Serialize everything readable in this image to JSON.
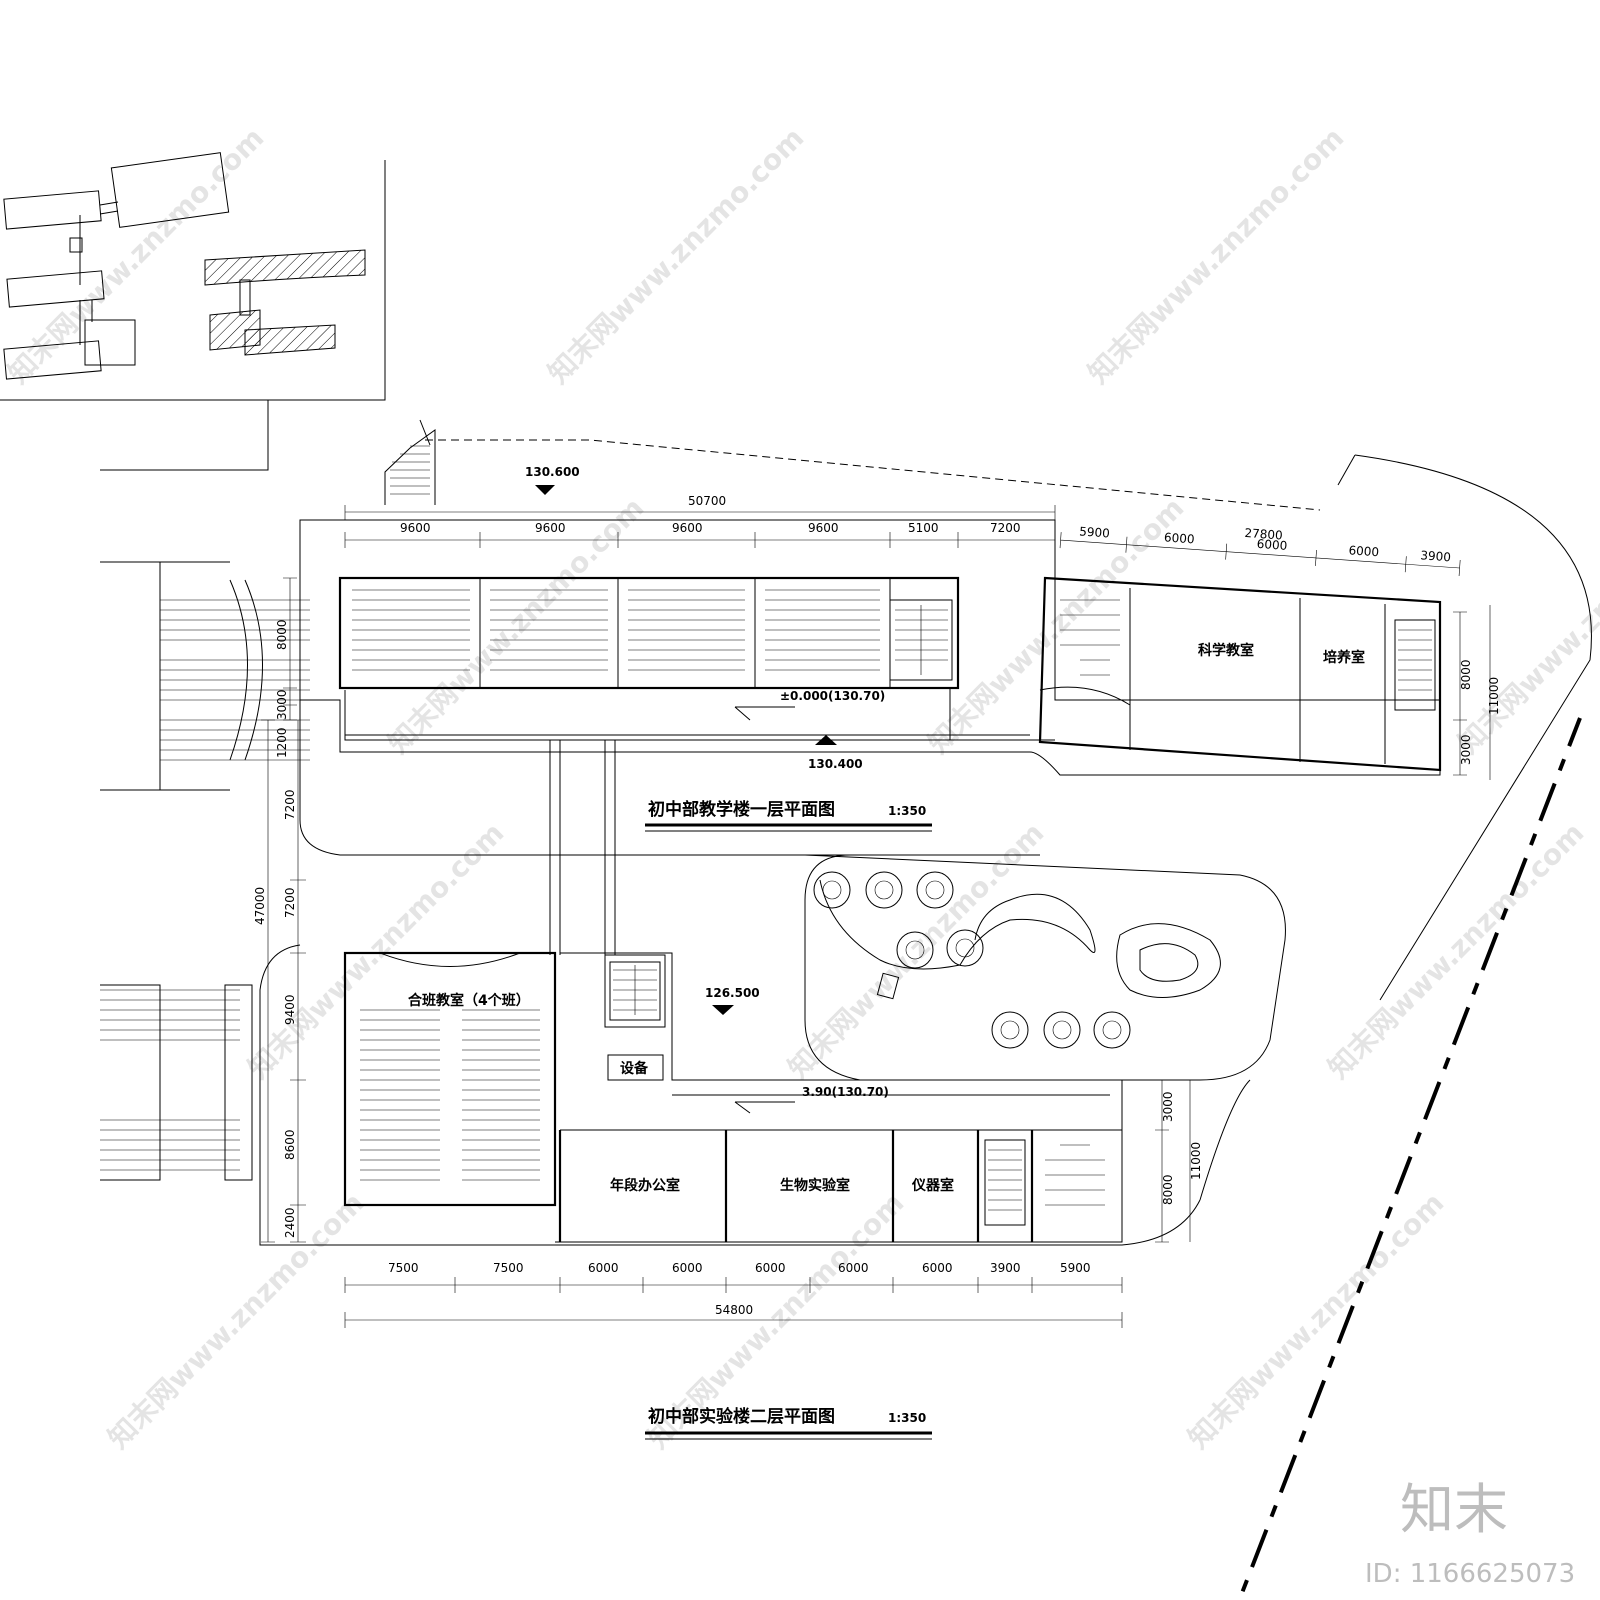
{
  "plans": {
    "upper": {
      "title": "初中部教学楼一层平面图",
      "scale": "1:350",
      "levels": [
        "130.600",
        "±0.000(130.70)",
        "130.400"
      ],
      "top_total": "50700",
      "top_dims": [
        "9600",
        "9600",
        "9600",
        "9600",
        "5100",
        "7200"
      ],
      "right_total": "27800",
      "right_dims": [
        "5900",
        "6000",
        "6000",
        "6000",
        "3900"
      ],
      "left_dims": [
        "8000",
        "3000",
        "1200"
      ],
      "right_side_dims": [
        "8000",
        "3000",
        "11000"
      ],
      "rooms": [
        "科学教室",
        "培养室"
      ]
    },
    "lower": {
      "title": "初中部实验楼二层平面图",
      "scale": "1:350",
      "levels": [
        "126.500",
        "3.90(130.70)"
      ],
      "bottom_dims": [
        "7500",
        "7500",
        "6000",
        "6000",
        "6000",
        "6000",
        "6000",
        "3900",
        "5900"
      ],
      "bottom_total": "54800",
      "left_dims": [
        "7200",
        "7200",
        "9400",
        "8600",
        "2400"
      ],
      "left_total": "47000",
      "right_side_dims": [
        "3000",
        "8000",
        "11000"
      ],
      "rooms": [
        "合班教室（4个班）",
        "设备",
        "年段办公室",
        "生物实验室",
        "仪器室"
      ]
    }
  },
  "watermark": {
    "text": "知末网www.znzmo.com",
    "brand": "知末",
    "id": "ID: 1166625073"
  }
}
